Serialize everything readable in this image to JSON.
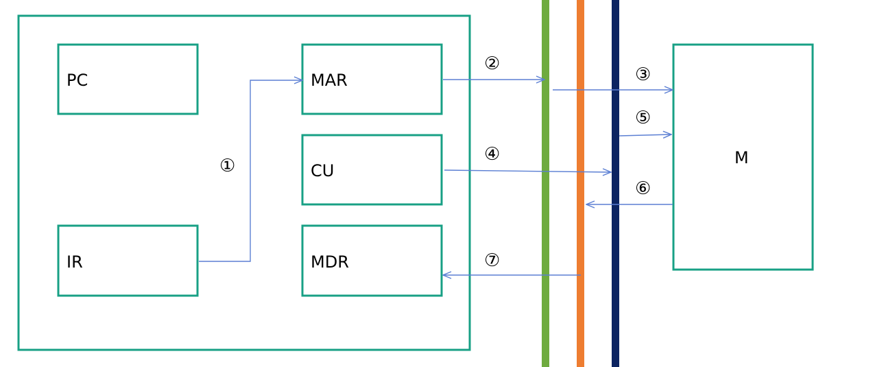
{
  "colors": {
    "box_border": "#18a085",
    "arrow": "#5b7fd3",
    "bus_green": "#6fab3f",
    "bus_orange": "#ee7d31",
    "bus_navy": "#0c2461",
    "background": "#ffffff"
  },
  "cpu": {
    "pc_label": "PC",
    "mar_label": "MAR",
    "cu_label": "CU",
    "ir_label": "IR",
    "mdr_label": "MDR"
  },
  "memory": {
    "label": "M"
  },
  "steps": {
    "s1": "①",
    "s2": "②",
    "s3": "③",
    "s4": "④",
    "s5": "⑤",
    "s6": "⑥",
    "s7": "⑦"
  }
}
